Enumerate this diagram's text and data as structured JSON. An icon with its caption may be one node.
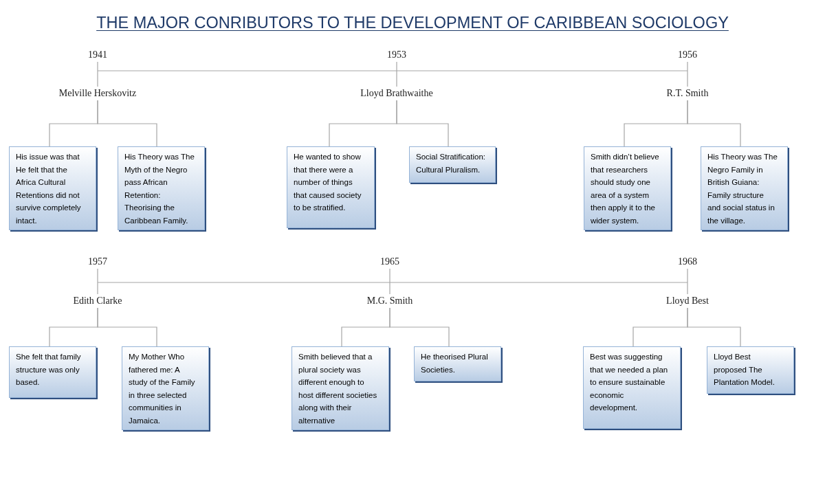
{
  "diagram": {
    "title": "THE MAJOR CONRIBUTORS TO THE DEVELOPMENT OF CARIBBEAN SOCIOLOGY",
    "nodes": [
      {
        "text": [
          "1941"
        ]
      },
      {
        "text": [
          "Melville Herskovitz"
        ]
      },
      {
        "text": [
          "His issue was that He felt that the Africa Cultural Retentions did not survive completely intact."
        ]
      },
      {
        "text": [
          "His Theory was The Myth of the Negro pass African Retention: Theorising the Caribbean Family."
        ]
      },
      {
        "text": [
          "1953"
        ]
      },
      {
        "text": [
          "Lloyd Brathwaithe"
        ]
      },
      {
        "text": [
          "He wanted to show that there were a number of things that caused society to be stratified."
        ]
      },
      {
        "text": [
          "Social Stratification: Cultural Pluralism."
        ]
      },
      {
        "text": [
          "1956"
        ]
      },
      {
        "text": [
          "R.T. Smith"
        ]
      },
      {
        "text": [
          "Smith didn’t believe that researchers should study one area of a system then apply it to the wider system."
        ]
      },
      {
        "text": [
          "His Theory was The Negro Family in British Guiana: Family structure and social status in the village."
        ]
      },
      {
        "text": [
          "1957"
        ]
      },
      {
        "text": [
          "Edith Clarke"
        ]
      },
      {
        "text": [
          "She felt that family structure was only based."
        ]
      },
      {
        "text": [
          "My Mother Who fathered me: A study of the Family in three selected communities in Jamaica."
        ]
      },
      {
        "text": [
          "1965"
        ]
      },
      {
        "text": [
          "M.G. Smith"
        ]
      },
      {
        "text": [
          "Smith believed that a plural society was different enough to host different societies along with their alternative"
        ]
      },
      {
        "text": [
          "He theorised Plural Societies."
        ]
      },
      {
        "text": [
          "1968"
        ]
      },
      {
        "text": [
          "Lloyd Best"
        ]
      },
      {
        "text": [
          "Best was suggesting that we needed a plan to ensure sustainable economic development."
        ]
      },
      {
        "text": [
          "Lloyd Best proposed The Plantation Model."
        ]
      }
    ],
    "edges": [
      {
        "from": 0,
        "to": 1,
        "arrow": "none"
      },
      {
        "from": 1,
        "to": 2,
        "arrow": "none"
      },
      {
        "from": 1,
        "to": 3,
        "arrow": "none"
      },
      {
        "from": 4,
        "to": 5,
        "arrow": "none"
      },
      {
        "from": 5,
        "to": 6,
        "arrow": "none"
      },
      {
        "from": 5,
        "to": 7,
        "arrow": "none"
      },
      {
        "from": 8,
        "to": 9,
        "arrow": "none"
      },
      {
        "from": 9,
        "to": 10,
        "arrow": "none"
      },
      {
        "from": 9,
        "to": 11,
        "arrow": "none"
      },
      {
        "from": 12,
        "to": 13,
        "arrow": "none"
      },
      {
        "from": 13,
        "to": 14,
        "arrow": "none"
      },
      {
        "from": 13,
        "to": 15,
        "arrow": "none"
      },
      {
        "from": 16,
        "to": 17,
        "arrow": "none"
      },
      {
        "from": 17,
        "to": 18,
        "arrow": "none"
      },
      {
        "from": 17,
        "to": 19,
        "arrow": "none"
      },
      {
        "from": 20,
        "to": 21,
        "arrow": "none"
      },
      {
        "from": 21,
        "to": 22,
        "arrow": "none"
      },
      {
        "from": 21,
        "to": 23,
        "arrow": "none"
      }
    ]
  }
}
